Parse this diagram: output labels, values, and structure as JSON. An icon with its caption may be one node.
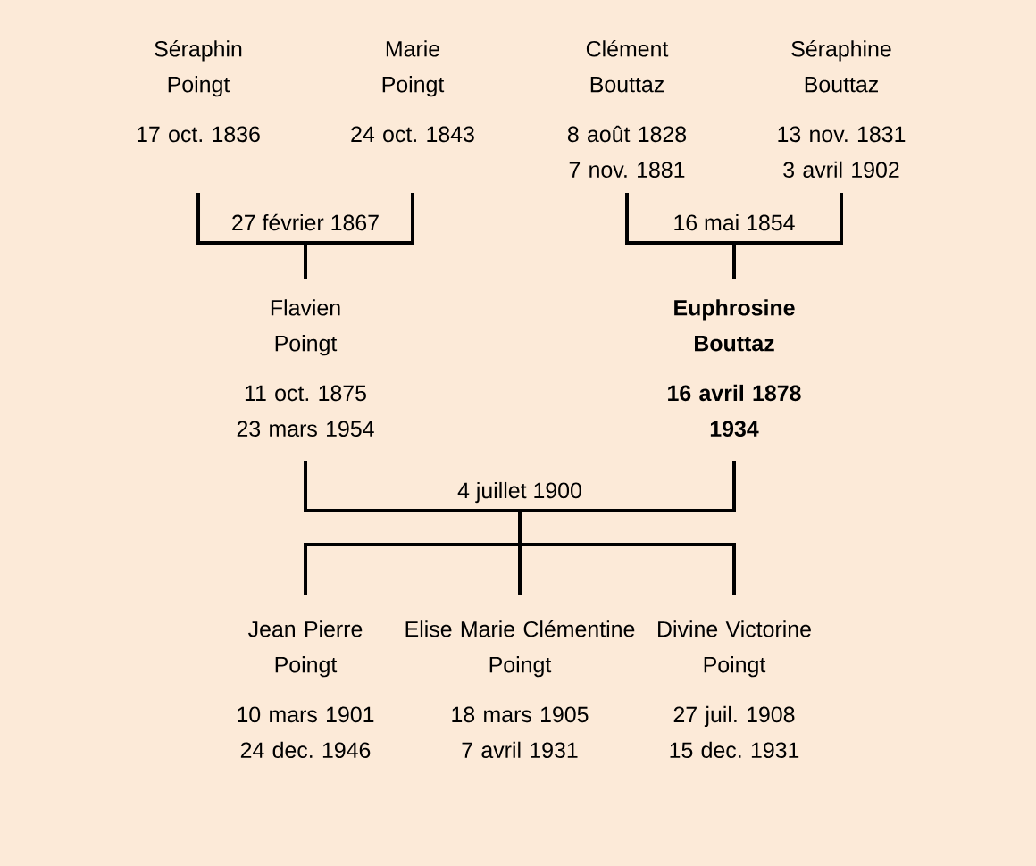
{
  "diagram": {
    "nodes": [
      {
        "text": [
          "Séraphin Poingt",
          "17 oct. 1836"
        ]
      },
      {
        "text": [
          "Marie Poingt",
          "24 oct. 1843"
        ]
      },
      {
        "text": [
          "Clément Bouttaz",
          "8 août 1828",
          "7 nov. 1881"
        ]
      },
      {
        "text": [
          "Séraphine Bouttaz",
          "13 nov. 1831",
          "3 avril 1902"
        ]
      },
      {
        "text": [
          "Flavien Poingt",
          "11 oct. 1875",
          "23 mars 1954"
        ]
      },
      {
        "text": [
          "Euphrosine Bouttaz",
          "16 avril 1878",
          "1934"
        ]
      },
      {
        "text": [
          "Jean Pierre Poingt",
          "10 mars 1901",
          "24 dec. 1946"
        ]
      },
      {
        "text": [
          "Elise Marie Clémentine Poingt",
          "18 mars 1905",
          "7 avril 1931"
        ]
      },
      {
        "text": [
          "Divine Victorine Poingt",
          "27 juil. 1908",
          "15 dec. 1931"
        ]
      }
    ],
    "edges": [
      {
        "from": 0,
        "to": 4,
        "arrow": "none",
        "label": "27 février 1867"
      },
      {
        "from": 1,
        "to": 4,
        "arrow": "none"
      },
      {
        "from": 2,
        "to": 5,
        "arrow": "none",
        "label": "16 mai 1854"
      },
      {
        "from": 3,
        "to": 5,
        "arrow": "none"
      },
      {
        "from": 4,
        "to": 6,
        "arrow": "none",
        "label": "4 juillet 1900"
      },
      {
        "from": 4,
        "to": 7,
        "arrow": "none"
      },
      {
        "from": 4,
        "to": 8,
        "arrow": "none"
      },
      {
        "from": 5,
        "to": 6,
        "arrow": "none"
      },
      {
        "from": 5,
        "to": 7,
        "arrow": "none"
      },
      {
        "from": 5,
        "to": 8,
        "arrow": "none"
      }
    ]
  }
}
